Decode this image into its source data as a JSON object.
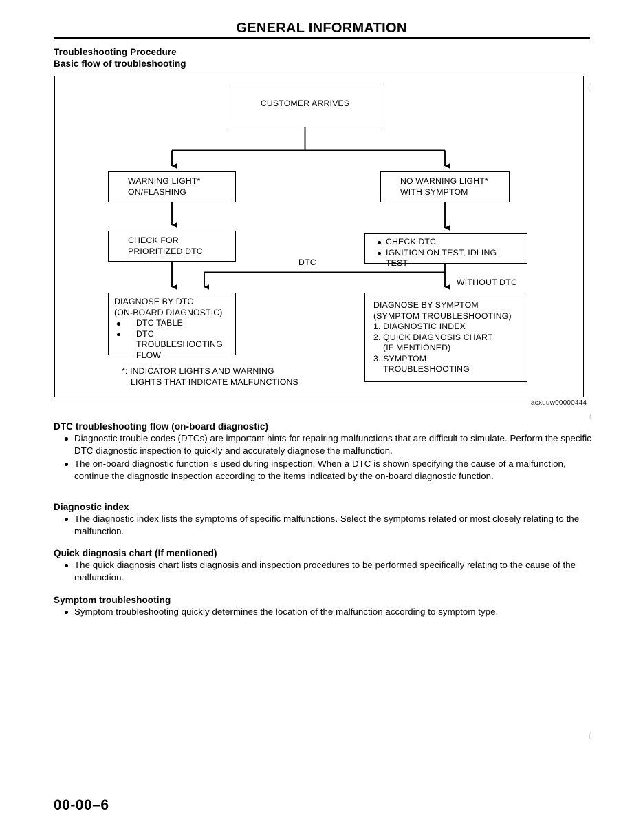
{
  "page": {
    "header_title": "GENERAL INFORMATION",
    "page_number": "00-00–6",
    "subhead_1": "Troubleshooting Procedure",
    "subhead_2": "Basic flow of troubleshooting"
  },
  "figure": {
    "caption_code": "acxuuw00000444",
    "footnote_line_1": "*: INDICATOR LIGHTS AND WARNING",
    "footnote_line_2": "LIGHTS THAT INDICATE MALFUNCTIONS",
    "connector_labels": {
      "dtc": "DTC",
      "without_dtc": "WITHOUT DTC"
    },
    "boxes": {
      "customer": {
        "lines": [
          "CUSTOMER ARRIVES"
        ]
      },
      "warning_light": {
        "lines": [
          "WARNING LIGHT*",
          "ON/FLASHING"
        ]
      },
      "no_warning_light": {
        "lines": [
          "NO WARNING LIGHT*",
          "WITH SYMPTOM"
        ]
      },
      "check_for_prioritized": {
        "lines": [
          "CHECK FOR",
          "PRIORITIZED DTC"
        ]
      },
      "check_dtc": {
        "bullets": [
          "CHECK DTC",
          "IGNITION ON TEST, IDLING"
        ],
        "continuation": "TEST"
      },
      "diagnose_by_dtc": {
        "title_1": "DIAGNOSE BY DTC",
        "title_2": "(ON-BOARD DIAGNOSTIC)",
        "bullet_1": "DTC TABLE",
        "bullet_2": "DTC",
        "bullet_2_cont_1": "TROUBLESHOOTING",
        "bullet_2_cont_2": "FLOW"
      },
      "diagnose_by_symptom": {
        "title_1": "DIAGNOSE BY SYMPTOM",
        "title_2": "(SYMPTOM TROUBLESHOOTING)",
        "item_1": "1. DIAGNOSTIC INDEX",
        "item_2": "2. QUICK DIAGNOSIS CHART",
        "item_2_cont": "(IF MENTIONED)",
        "item_3": "3. SYMPTOM",
        "item_3_cont": "TROUBLESHOOTING"
      }
    }
  },
  "sections": {
    "dtc_flow": {
      "heading": "DTC troubleshooting flow (on-board diagnostic)",
      "bullets": [
        "Diagnostic trouble codes (DTCs) are important hints for repairing malfunctions that are difficult to simulate. Perform the specific DTC diagnostic inspection to quickly and accurately diagnose the malfunction.",
        "The on-board diagnostic function is used during inspection. When a DTC is shown specifying the cause of a malfunction, continue the diagnostic inspection according to the items indicated by the on-board diagnostic function."
      ]
    },
    "diagnostic_index": {
      "heading": "Diagnostic index",
      "bullets": [
        "The diagnostic index lists the symptoms of specific malfunctions. Select the symptoms related or most closely relating to the malfunction."
      ]
    },
    "quick_diagnosis_chart": {
      "heading": "Quick diagnosis chart (If mentioned)",
      "bullets": [
        "The quick diagnosis chart lists diagnosis and inspection procedures to be performed specifically relating to the cause of the malfunction."
      ]
    },
    "symptom_troubleshooting": {
      "heading": "Symptom troubleshooting",
      "bullets": [
        "Symptom troubleshooting quickly determines the location of the malfunction according to symptom type."
      ]
    }
  },
  "colors": {
    "ink": "#000000",
    "paper": "#ffffff"
  }
}
